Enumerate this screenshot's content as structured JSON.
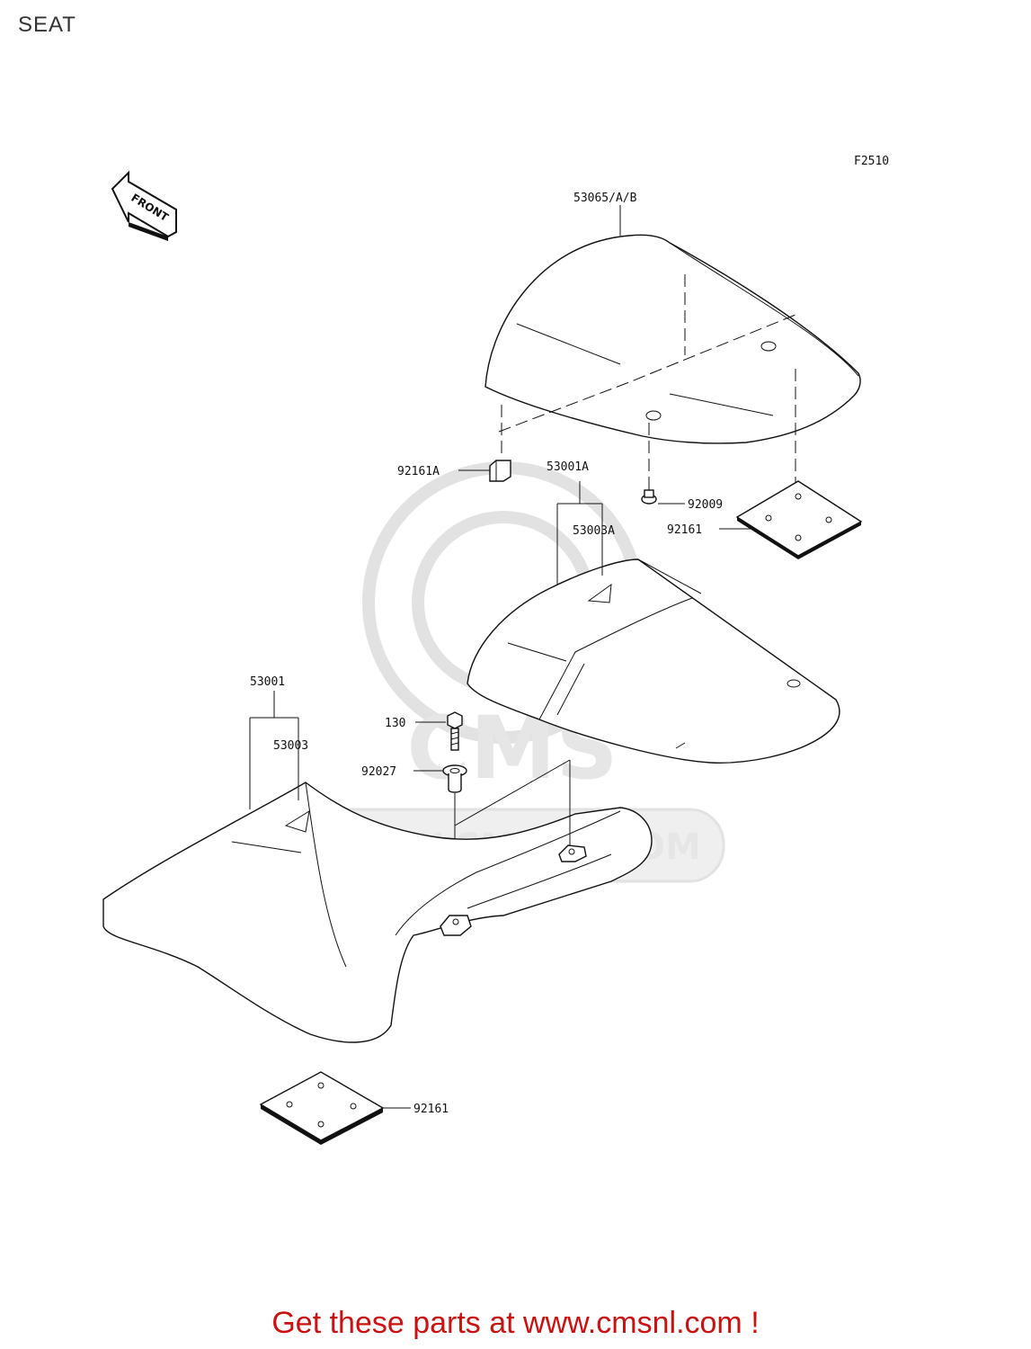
{
  "header": {
    "title": "SEAT"
  },
  "figure_code": "F2510",
  "front_arrow": {
    "label": "FRONT"
  },
  "watermark": {
    "logo_text": "CMS",
    "url": "WWW.CMSNL.COM"
  },
  "parts": {
    "p53065": "53065/A/B",
    "p92161A": "92161A",
    "p53001A": "53001A",
    "p53003A": "53003A",
    "p92009": "92009",
    "p92161_upper": "92161",
    "p53001": "53001",
    "p53003": "53003",
    "p130": "130",
    "p92027": "92027",
    "p92161_lower": "92161"
  },
  "footer": {
    "promo": "Get these parts at www.cmsnl.com !"
  },
  "colors": {
    "promo": "#cc1111",
    "line": "#111111",
    "watermark": "#e2e2e2"
  }
}
